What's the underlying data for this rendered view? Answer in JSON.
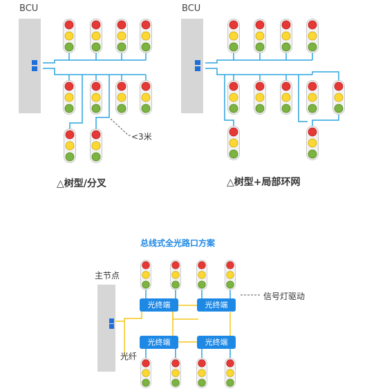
{
  "diagram1": {
    "controller_label": "BCU",
    "caption": "△树型/分叉",
    "distance_note": "<3米"
  },
  "diagram2": {
    "controller_label": "BCU",
    "caption": "△树型+局部环网"
  },
  "diagram3": {
    "title": "总线式全光路口方案",
    "main_node_label": "主节点",
    "fiber_label": "光纤",
    "driver_label": "信号灯驱动",
    "terminal_label": "光终端"
  },
  "colors": {
    "accent": "#1e88e5",
    "cable": "#29a3e0",
    "fiber": "#f5c518",
    "bcu_box": "#d6d6d6",
    "light_red": "#e53935",
    "light_yellow": "#fdd835",
    "light_green": "#7cb342"
  }
}
